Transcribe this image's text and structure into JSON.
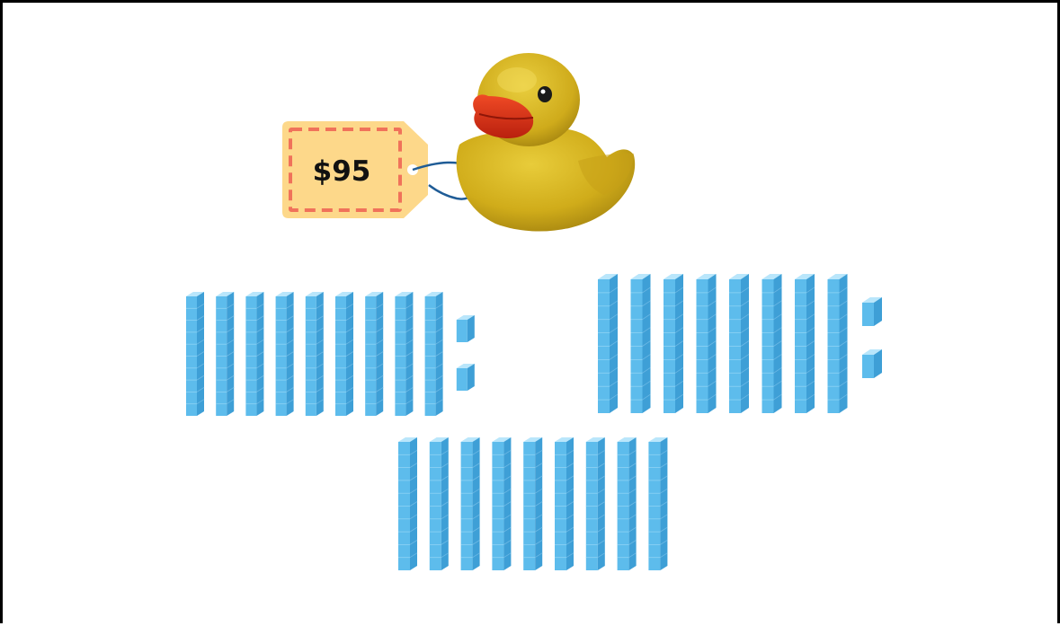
{
  "price_tag": {
    "label": "$95",
    "colors": {
      "fill": "#FDD88A",
      "dash": "#F0725A",
      "string": "#1F5C96"
    }
  },
  "duck": {
    "icon": "rubber-duck-icon",
    "colors": {
      "body": "#D8B31E",
      "beak": "#E33B1C"
    }
  },
  "block_colors": {
    "top": "#B9E6FB",
    "front": "#5DBCEC",
    "side": "#3E9FD6"
  },
  "groups": [
    {
      "name": "group-left",
      "tens": 9,
      "ones": 2
    },
    {
      "name": "group-right",
      "tens": 8,
      "ones": 2
    },
    {
      "name": "group-bottom",
      "tens": 9,
      "ones": 0
    }
  ]
}
